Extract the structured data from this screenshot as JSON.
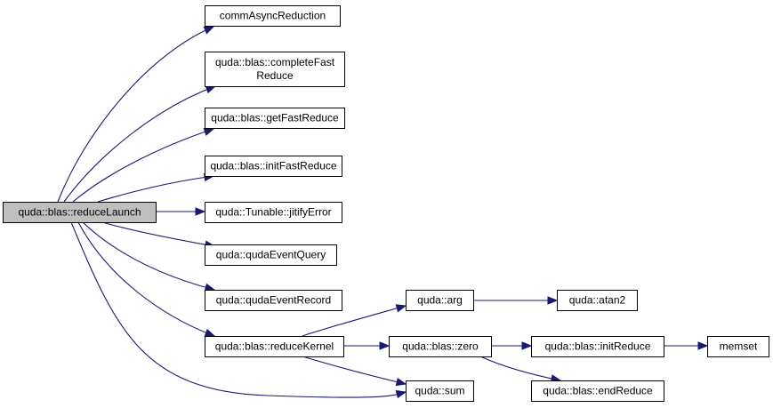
{
  "graph": {
    "nodes": [
      {
        "id": "reduceLaunch",
        "lines": [
          "quda::blas::reduceLaunch"
        ],
        "highlight": true
      },
      {
        "id": "commAsyncReduction",
        "lines": [
          "commAsyncReduction"
        ]
      },
      {
        "id": "completeFastReduce",
        "lines": [
          "quda::blas::completeFast",
          "Reduce"
        ]
      },
      {
        "id": "getFastReduce",
        "lines": [
          "quda::blas::getFastReduce"
        ]
      },
      {
        "id": "initFastReduce",
        "lines": [
          "quda::blas::initFastReduce"
        ]
      },
      {
        "id": "jitifyError",
        "lines": [
          "quda::Tunable::jitifyError"
        ]
      },
      {
        "id": "qudaEventQuery",
        "lines": [
          "quda::qudaEventQuery"
        ]
      },
      {
        "id": "qudaEventRecord",
        "lines": [
          "quda::qudaEventRecord"
        ]
      },
      {
        "id": "reduceKernel",
        "lines": [
          "quda::blas::reduceKernel"
        ]
      },
      {
        "id": "arg",
        "lines": [
          "quda::arg"
        ]
      },
      {
        "id": "atan2",
        "lines": [
          "quda::atan2"
        ]
      },
      {
        "id": "zero",
        "lines": [
          "quda::blas::zero"
        ]
      },
      {
        "id": "sum",
        "lines": [
          "quda::sum"
        ]
      },
      {
        "id": "initReduce",
        "lines": [
          "quda::blas::initReduce"
        ]
      },
      {
        "id": "endReduce",
        "lines": [
          "quda::blas::endReduce"
        ]
      },
      {
        "id": "memset",
        "lines": [
          "memset"
        ]
      }
    ],
    "edges": [
      {
        "from": "reduceLaunch",
        "to": "commAsyncReduction"
      },
      {
        "from": "reduceLaunch",
        "to": "completeFastReduce"
      },
      {
        "from": "reduceLaunch",
        "to": "getFastReduce"
      },
      {
        "from": "reduceLaunch",
        "to": "initFastReduce"
      },
      {
        "from": "reduceLaunch",
        "to": "jitifyError"
      },
      {
        "from": "reduceLaunch",
        "to": "qudaEventQuery"
      },
      {
        "from": "reduceLaunch",
        "to": "qudaEventRecord"
      },
      {
        "from": "reduceLaunch",
        "to": "reduceKernel"
      },
      {
        "from": "reduceLaunch",
        "to": "sum"
      },
      {
        "from": "reduceKernel",
        "to": "arg"
      },
      {
        "from": "reduceKernel",
        "to": "zero"
      },
      {
        "from": "reduceKernel",
        "to": "sum"
      },
      {
        "from": "arg",
        "to": "atan2"
      },
      {
        "from": "zero",
        "to": "initReduce"
      },
      {
        "from": "zero",
        "to": "endReduce"
      },
      {
        "from": "initReduce",
        "to": "memset"
      }
    ],
    "colors": {
      "edge": "#191970",
      "node_fill": "#ffffff",
      "highlight_fill": "#bfbfbf",
      "border": "#000000"
    }
  }
}
